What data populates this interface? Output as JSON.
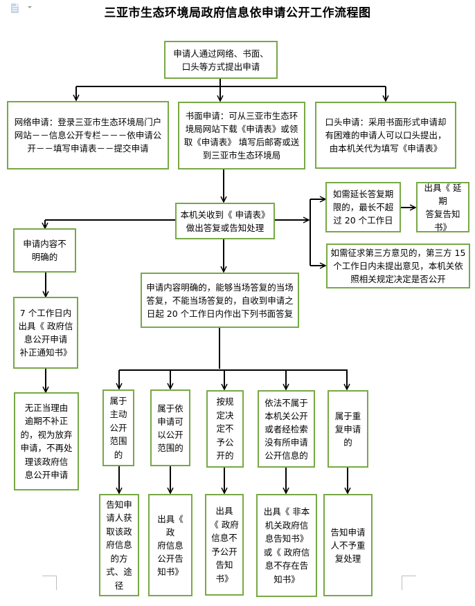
{
  "header": {
    "title": "三亚市生态环境局政府信息依申请公开工作流程图",
    "doc_icon": "document-icon",
    "dropdown_icon": "caret-down-icon"
  },
  "colors": {
    "box_border": "#77a845",
    "arrow": "#000000",
    "corner_marks": "#bdbdbd"
  },
  "flow": {
    "start": "申请人通过网络、书面、\n口头等方式提出申请",
    "methods": {
      "online": "网络申请：登录三亚市生态环境局门户\n网站－－信息公开专栏－－－依申请公\n开－－填写申请表－－提交申请",
      "written": "书面申请：可从三亚市生态环\n境局网站下载《申请表》或领\n取《申请表》 填写后邮寄或送\n到三亚市生态环境局",
      "oral": "口头申请：采用书面形式申请却\n有困难的申请人可以口头提出，\n由本机关代为填写《申请表》"
    },
    "receive": "本机关收到《 申请表》\n做出答复或告知处理",
    "extension": "如需延长答复期\n限的，最长不超\n过 20 个工作日",
    "extension_notice": "出具《 延期\n答复告知\n书》",
    "third_party": "如需征求第三方意见的，第三方 15\n个工作日内未提出意见，本机关依\n照相关规定决定是否公开",
    "unclear": "申请内容不\n明确的",
    "correction_notice": "7 个工作日内\n出具《 政府信\n息公开申请\n补正通知书》",
    "abandoned": "无正当理由\n逾期不补正\n的，视为放弃\n申请，不再处\n理该政府信\n息公开申请",
    "clear": "申请内容明确的，能够当场答复的当场\n答复，不能当场答复的，自收到申请之\n日起 20 个工作日内作出下列书面答复",
    "categories": [
      {
        "condition": "属于\n主动\n公开\n范围\n的",
        "outcome": "告知申\n请人获\n取该政\n府信息\n的方\n式、途\n径"
      },
      {
        "condition": "属于依\n申请可\n以公开\n范围的",
        "outcome": "出具《 政\n府信息\n公开告\n知书》"
      },
      {
        "condition": "按规\n定决\n定不\n予公\n开的",
        "outcome": "出具\n《 政府\n信息不\n予公开\n告知\n书》"
      },
      {
        "condition": "依法不属于\n本机关公开\n或者经检索\n没有所申请\n公开信息的",
        "outcome": "出具《 非本\n机关政府信\n息告知书》\n或《 政府信\n息不存在告\n知书》"
      },
      {
        "condition": "属于重\n复申请\n的",
        "outcome": "告知申请\n人不予重\n复处理"
      }
    ]
  }
}
